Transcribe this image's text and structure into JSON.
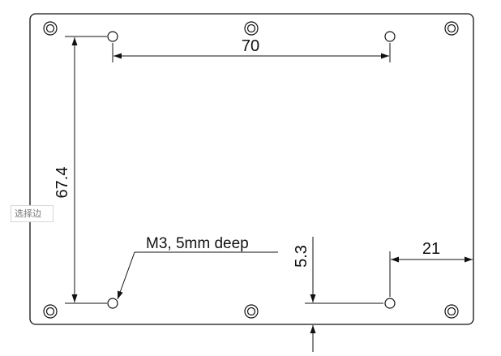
{
  "dimensions": {
    "horizontal_top": "70",
    "vertical_left": "67.4",
    "edge_offset_right": "21",
    "edge_offset_bottom": "5.3"
  },
  "callout": {
    "label": "M3, 5mm deep"
  },
  "tooltip": {
    "text": "选择边"
  }
}
